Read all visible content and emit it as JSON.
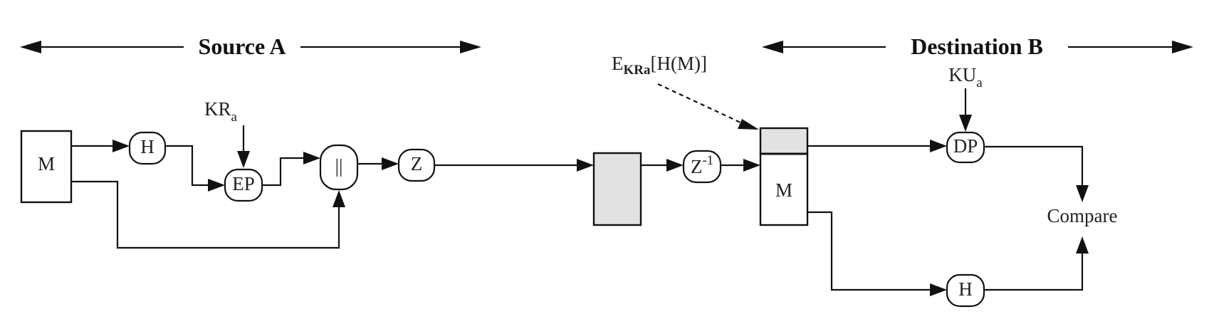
{
  "headings": {
    "source": "Source A",
    "destination": "Destination B"
  },
  "source": {
    "message": "M",
    "hash": "H",
    "encrypt": "EP",
    "key": {
      "base": "KR",
      "sub": "a"
    },
    "concat": "||",
    "compress": "Z"
  },
  "transfer": {
    "decompress": {
      "base": "Z",
      "sup": "-1"
    },
    "signature_label": {
      "base": "E",
      "sub": "KRa",
      "rest": "[H(M)]"
    }
  },
  "destination": {
    "message": "M",
    "decrypt": "DP",
    "key": {
      "base": "KU",
      "sub": "a"
    },
    "compare": "Compare",
    "hash": "H"
  }
}
